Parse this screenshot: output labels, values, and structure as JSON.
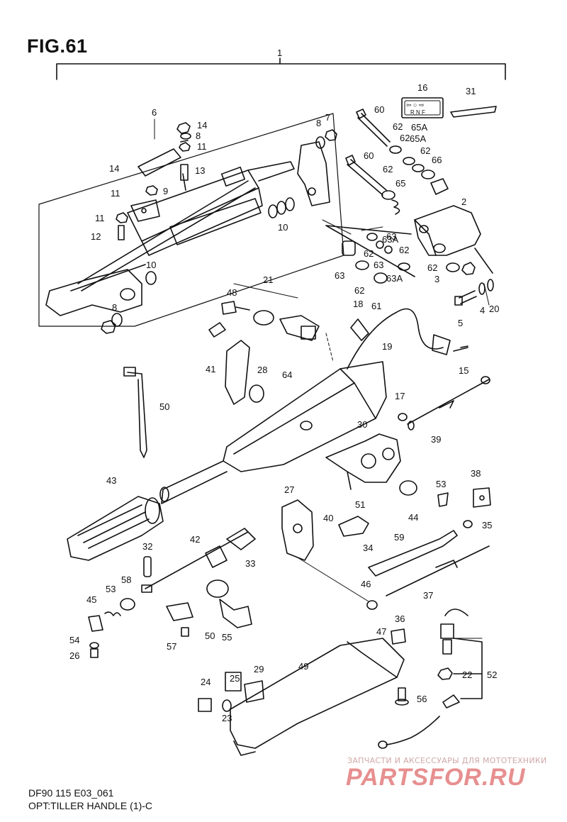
{
  "figure": {
    "title": "FIG.61"
  },
  "footer": {
    "code": "DF90 115 E03_061",
    "description": "OPT:TILLER HANDLE (1)-C"
  },
  "watermark": {
    "tagline": "ЗАПЧАСТИ И АКСЕССУАРЫ ДЛЯ МОТОТЕХНИКИ",
    "brand": "PARTSFOR.RU"
  },
  "colors": {
    "line": "#111111",
    "watermark": "#e06a6a"
  },
  "callouts": [
    "1",
    "6",
    "14",
    "8",
    "11",
    "7",
    "8",
    "14",
    "13",
    "11",
    "9",
    "11",
    "12",
    "10",
    "10",
    "8",
    "16",
    "31",
    "60",
    "62",
    "65A",
    "62",
    "60",
    "62",
    "65",
    "66",
    "62",
    "65A",
    "2",
    "63",
    "62",
    "63",
    "62",
    "63A",
    "63",
    "63A",
    "62",
    "61",
    "62",
    "3",
    "5",
    "4",
    "20",
    "21",
    "48",
    "18",
    "19",
    "15",
    "41",
    "28",
    "64",
    "50",
    "17",
    "39",
    "30",
    "43",
    "38",
    "27",
    "51",
    "53",
    "40",
    "44",
    "35",
    "32",
    "42",
    "59",
    "34",
    "58",
    "53",
    "33",
    "45",
    "46",
    "37",
    "55",
    "50",
    "47",
    "36",
    "57",
    "54",
    "26",
    "25",
    "29",
    "49",
    "24",
    "22",
    "52",
    "56",
    "23"
  ],
  "decal": {
    "arrows": "⇦ ○ ⇨",
    "letters": "R N F"
  }
}
